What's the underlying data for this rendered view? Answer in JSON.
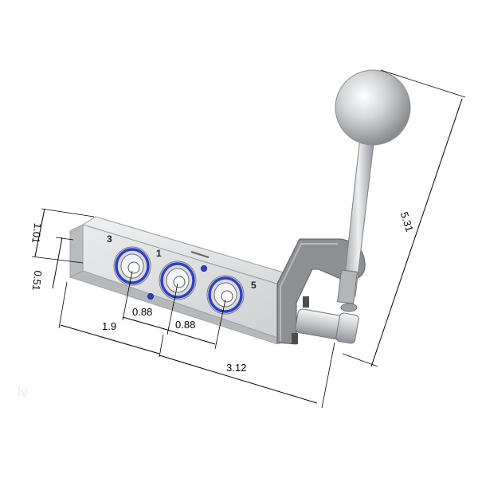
{
  "dimensions": {
    "height_top": "1.01",
    "height_bottom": "0.51",
    "pitch_left": "0.88",
    "pitch_right": "0.88",
    "port_offset": "1.9",
    "body_length": "3.12",
    "overall_height": "5.31"
  },
  "ports": {
    "left": "3",
    "center": "1",
    "right": "5"
  },
  "colors": {
    "metal_light": "#e4e6e8",
    "metal_mid": "#c7cacd",
    "metal_dark": "#8f9397",
    "ring_blue": "#2f3fc8",
    "bracket": "#8d8f92"
  }
}
